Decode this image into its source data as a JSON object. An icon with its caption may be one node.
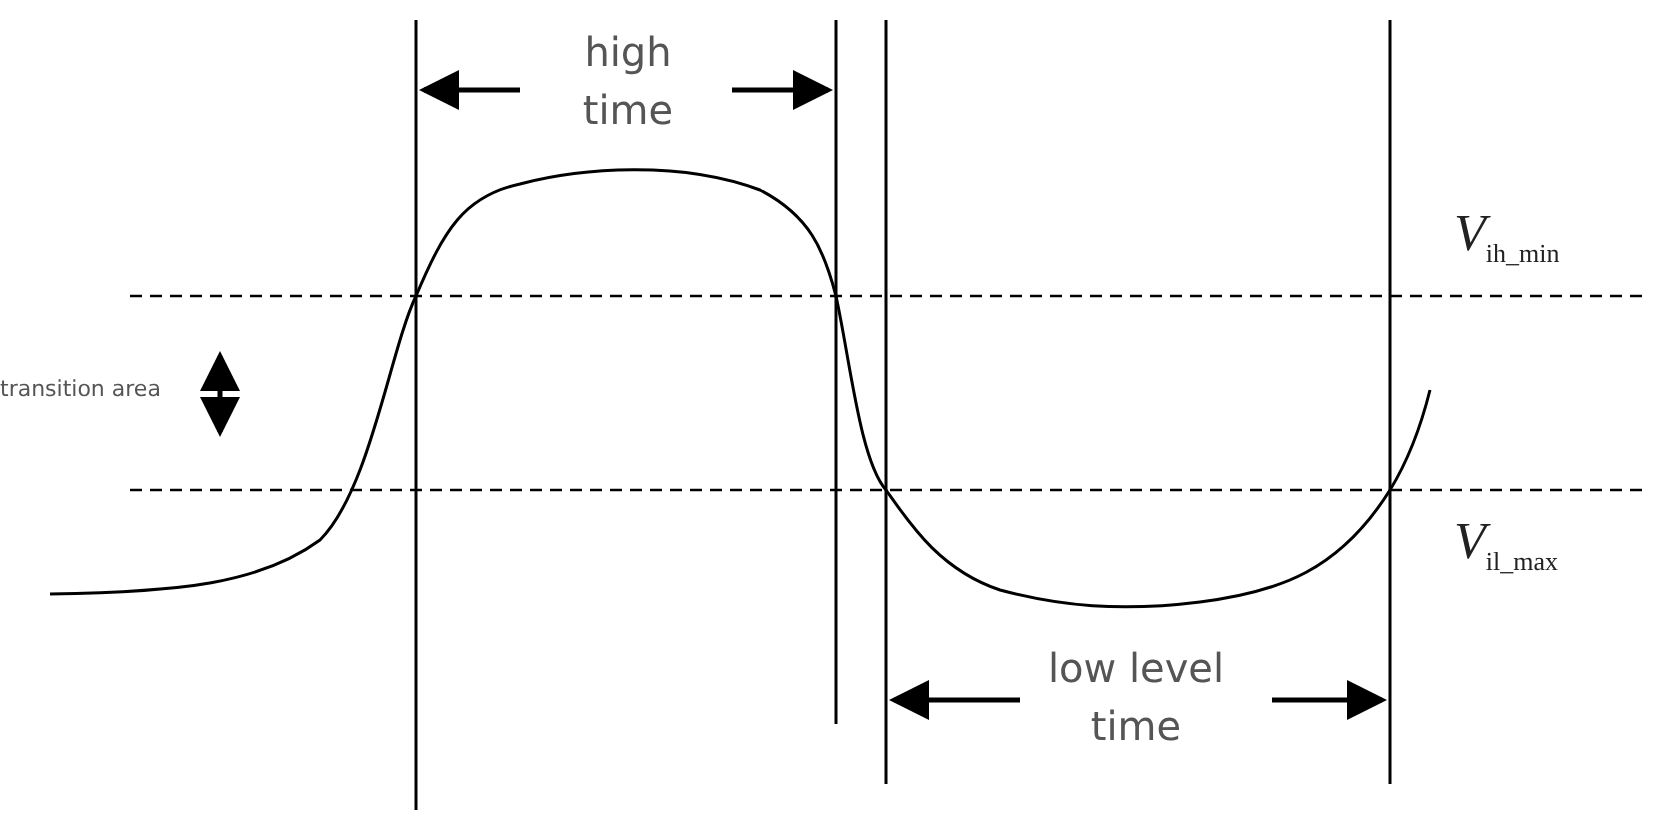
{
  "diagram": {
    "labels": [
      "high time",
      "V$_{ih_min}$",
      "transition area",
      "V$_{il_max}$",
      "low level time"
    ]
  }
}
